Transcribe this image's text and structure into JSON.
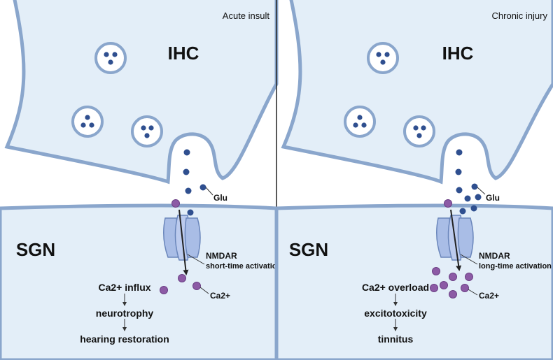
{
  "colors": {
    "cell_fill": "#e3eef8",
    "cell_stroke": "#8aa6cc",
    "vesicle_dot": "#2f4f8f",
    "calcium": "#8c5aa5",
    "receptor": "#a9bde6",
    "divider": "#222222"
  },
  "panels": [
    {
      "title": "Acute insult",
      "ihc_label": "IHC",
      "sgn_label": "SGN",
      "glu_label": "Glu",
      "receptor_name": "NMDAR",
      "receptor_activation": "short-time activation",
      "ca_label": "Ca2+",
      "flow": [
        "Ca2+ influx",
        "neurotrophy",
        "hearing restoration"
      ]
    },
    {
      "title": "Chronic injury",
      "ihc_label": "IHC",
      "sgn_label": "SGN",
      "glu_label": "Glu",
      "receptor_name": "NMDAR",
      "receptor_activation": "long-time activation",
      "ca_label": "Ca2+",
      "flow": [
        "Ca2+ overload",
        "excitotoxicity",
        "tinnitus"
      ]
    }
  ]
}
